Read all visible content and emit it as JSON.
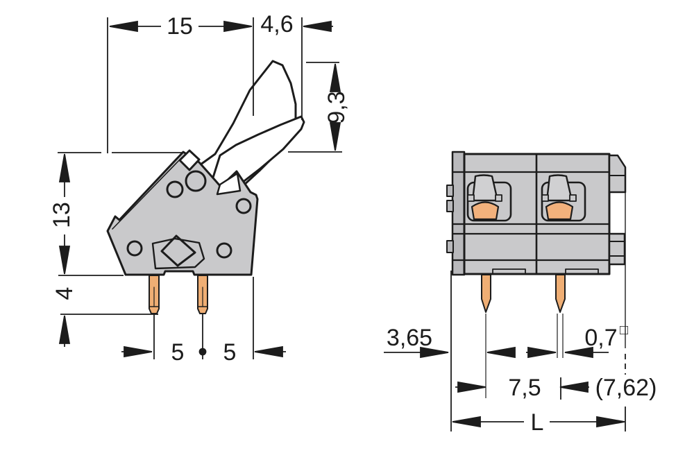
{
  "drawing": {
    "type": "technical-dimension-drawing",
    "subject": "PCB terminal block with push lever, side view and front view",
    "colors": {
      "background": "#ffffff",
      "line": "#1c1c1c",
      "housing_gray": "#c9c9cb",
      "housing_dark_gray": "#b9b9bc",
      "lever_gray": "#d0d0d2",
      "pin_copper": "#efae74",
      "wire_port_copper": "#f2b17c",
      "lever_white": "#ffffff"
    },
    "side_view": {
      "labels": {
        "width": "15",
        "lever_offset": "4,6",
        "lever_height": "9,3",
        "body_height": "13",
        "pin_length": "4",
        "pin_spacing_1": "5",
        "pin_spacing_2": "5"
      }
    },
    "front_view": {
      "labels": {
        "edge_to_pin": "3,65",
        "pin_width": "0,7",
        "pin_width_symbol": "□",
        "pole_pitch": "7,5",
        "pole_pitch_alt": "(7,62)",
        "overall_length": "L"
      }
    }
  }
}
